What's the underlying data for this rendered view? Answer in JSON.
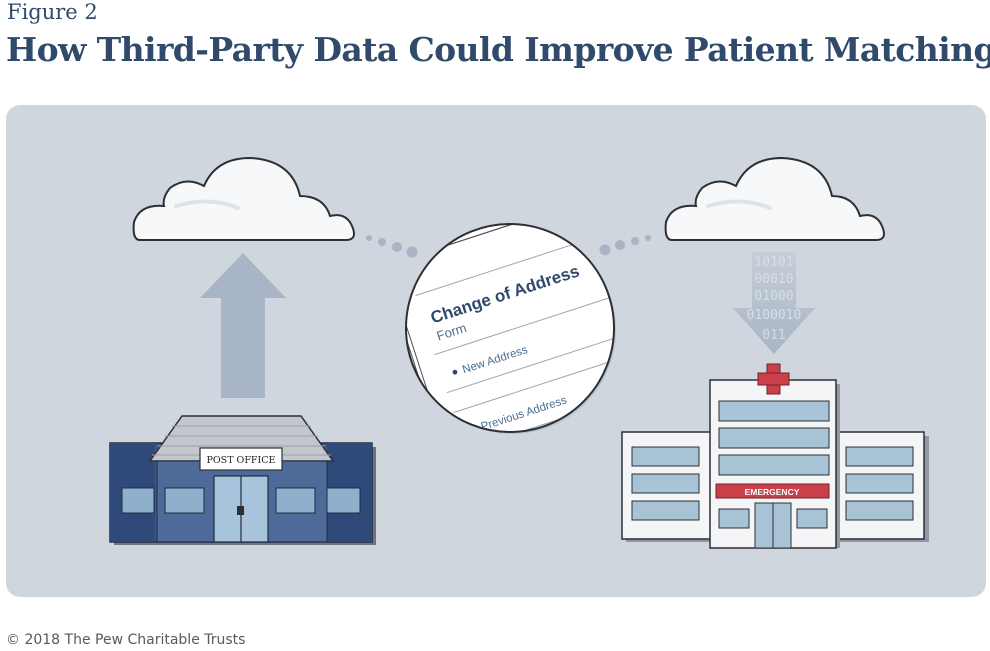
{
  "figure": {
    "label": "Figure 2",
    "title": "How Third-Party Data Could Improve Patient Matching"
  },
  "diagram": {
    "post_office_sign": "POST OFFICE",
    "form_title": "Change of Address",
    "form_subtitle": "Form",
    "form_field_1": "New Address",
    "form_field_2": "Previous Address",
    "binary_lines": [
      "10101",
      "00010",
      "01000",
      "0100010",
      "011"
    ],
    "emergency_sign": "EMERGENCY",
    "colors": {
      "background_panel": "#d0d6de",
      "title_blue": "#2f4a6b",
      "post_office_blue": "#3e5a8a",
      "arrow": "#a7b5c6",
      "emergency_red": "#c9404a"
    }
  },
  "footer": {
    "copyright": "© 2018 The Pew Charitable Trusts"
  }
}
